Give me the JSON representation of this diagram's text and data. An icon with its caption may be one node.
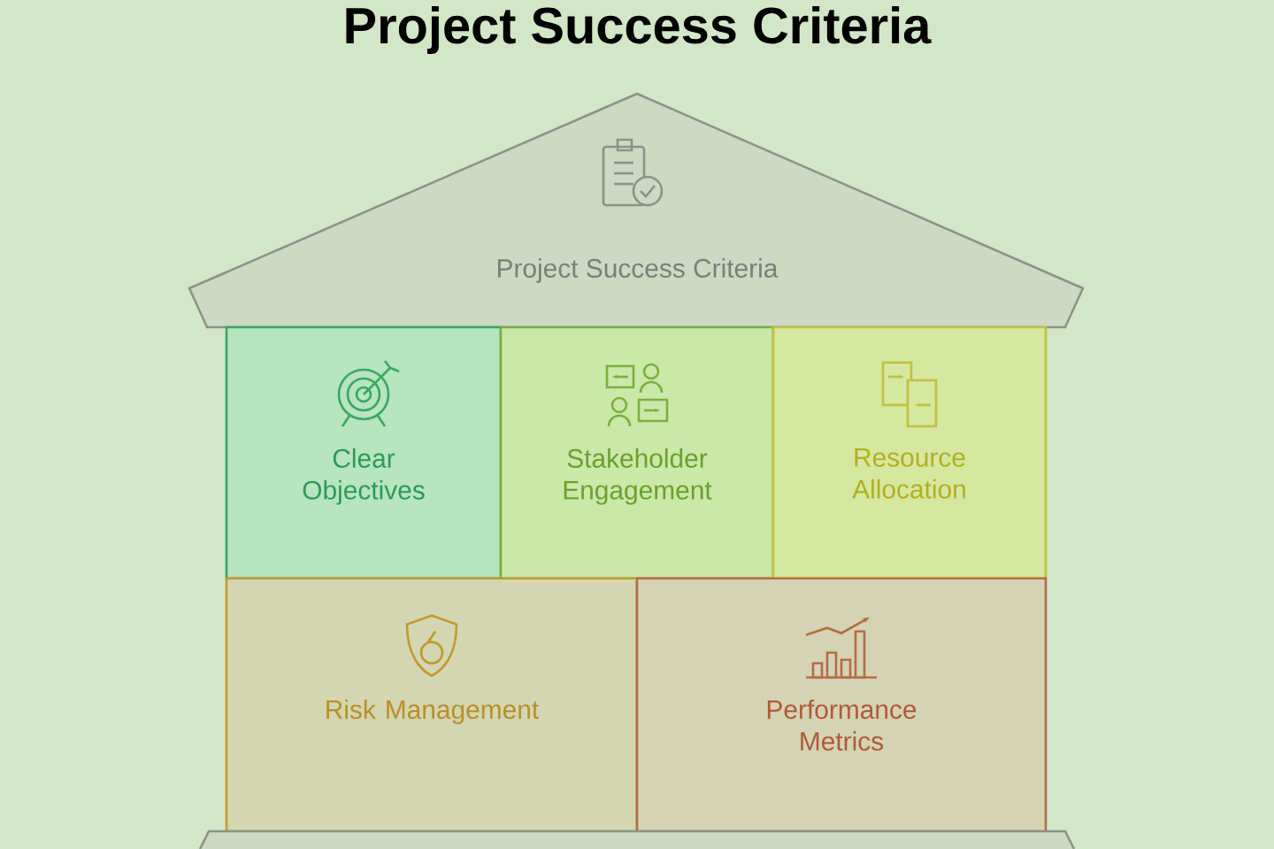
{
  "diagram": {
    "title": "Project Success Criteria",
    "nodes": [
      {
        "text": [
          "Project Success Criteria"
        ]
      },
      {
        "text": [
          "Clear Objectives"
        ]
      },
      {
        "text": [
          "Stakeholder Engagement"
        ]
      },
      {
        "text": [
          "Resource Allocation"
        ]
      },
      {
        "text": [
          "Risk Management"
        ]
      },
      {
        "text": [
          "Performance Metrics"
        ]
      },
      {
        "text": [],
        "shape": "box"
      }
    ]
  }
}
